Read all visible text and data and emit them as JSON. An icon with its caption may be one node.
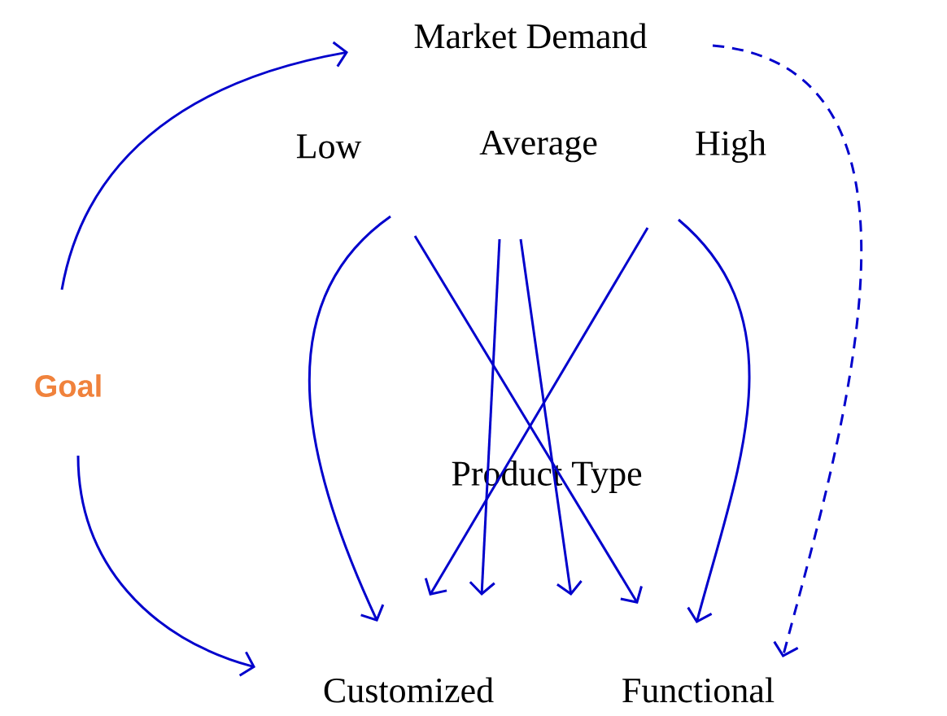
{
  "diagram": {
    "nodes": [
      {
        "text": [
          "Market Demand"
        ]
      },
      {
        "text": [
          "Low"
        ]
      },
      {
        "text": [
          "Average"
        ]
      },
      {
        "text": [
          "High"
        ]
      },
      {
        "text": [
          "Goal"
        ]
      },
      {
        "text": [
          "Customized"
        ]
      },
      {
        "text": [
          "Functional"
        ]
      }
    ],
    "edges": [
      {
        "from": 4,
        "to": 0,
        "arrow": "to"
      },
      {
        "from": 4,
        "to": 5,
        "arrow": "to"
      },
      {
        "from": 0,
        "to": 6,
        "arrow": "to",
        "style": "dashed"
      },
      {
        "from": 1,
        "to": 5,
        "arrow": "to"
      },
      {
        "from": 1,
        "to": 6,
        "arrow": "to"
      },
      {
        "from": 2,
        "to": 5,
        "arrow": "to"
      },
      {
        "from": 2,
        "to": 6,
        "arrow": "to"
      },
      {
        "from": 3,
        "to": 5,
        "arrow": "to"
      },
      {
        "from": 3,
        "to": 6,
        "arrow": "to"
      }
    ],
    "labels": [
      "Product Type"
    ]
  }
}
